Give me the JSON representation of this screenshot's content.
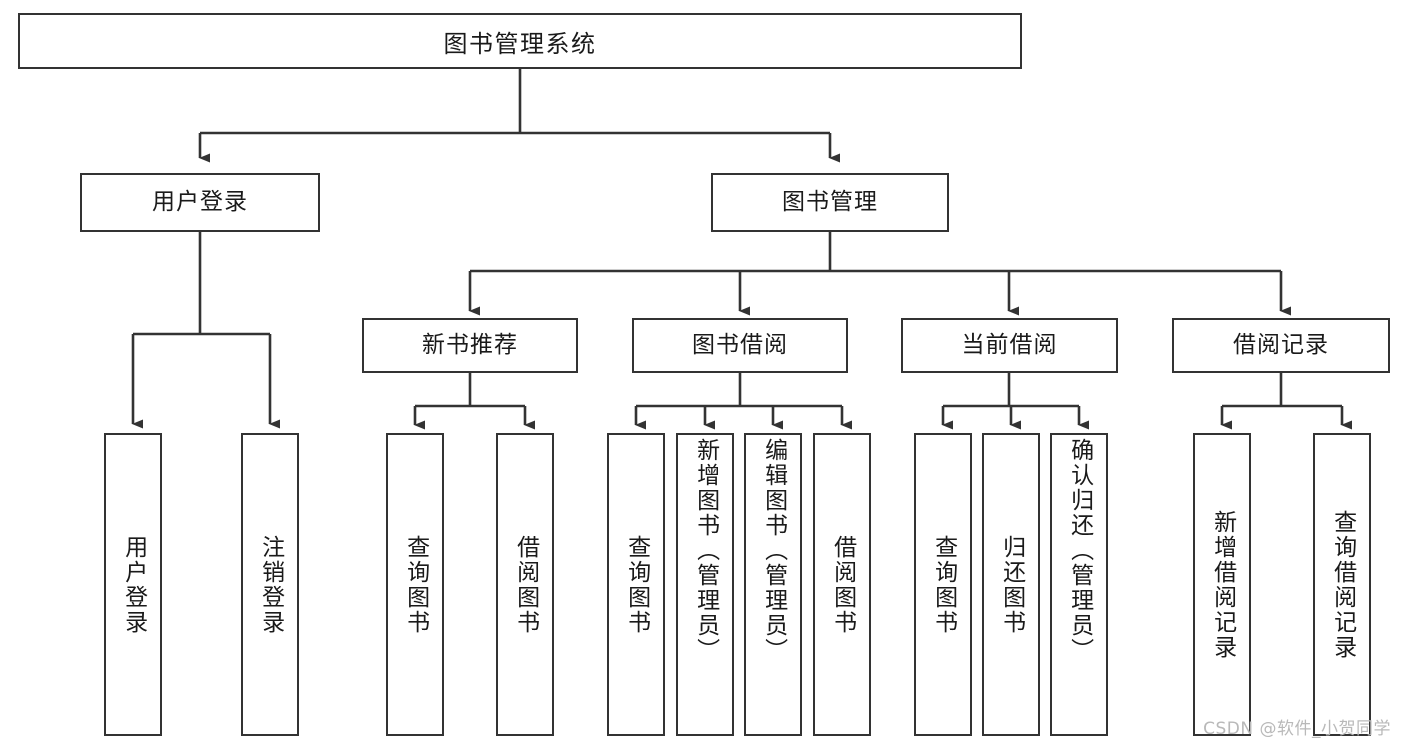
{
  "diagram": {
    "title": "图书管理系统",
    "watermark": "CSDN @软件_小贺同学",
    "colors": {
      "box_border": "#333333",
      "box_fill": "#ffffff",
      "line": "#333333",
      "text": "#1a1a1a",
      "watermark": "#b9b9b9"
    },
    "nodes": {
      "root": "图书管理系统",
      "user_login": "用户登录",
      "book_manage": "图书管理",
      "new_book_rec": "新书推荐",
      "book_borrow": "图书借阅",
      "current_borrow": "当前借阅",
      "borrow_record": "借阅记录",
      "leaf_user_login": "用户登录",
      "leaf_logout": "注销登录",
      "leaf_query_book_1": "查询图书",
      "leaf_borrow_book_1": "借阅图书",
      "leaf_query_book_2": "查询图书",
      "leaf_add_book_admin": "新增图书（管理员）",
      "leaf_edit_book_admin": "编辑图书（管理员）",
      "leaf_borrow_book_2": "借阅图书",
      "leaf_query_book_3": "查询图书",
      "leaf_return_book": "归还图书",
      "leaf_confirm_return_admin": "确认归还（管理员）",
      "leaf_add_record": "新增借阅记录",
      "leaf_query_record": "查询借阅记录"
    }
  }
}
